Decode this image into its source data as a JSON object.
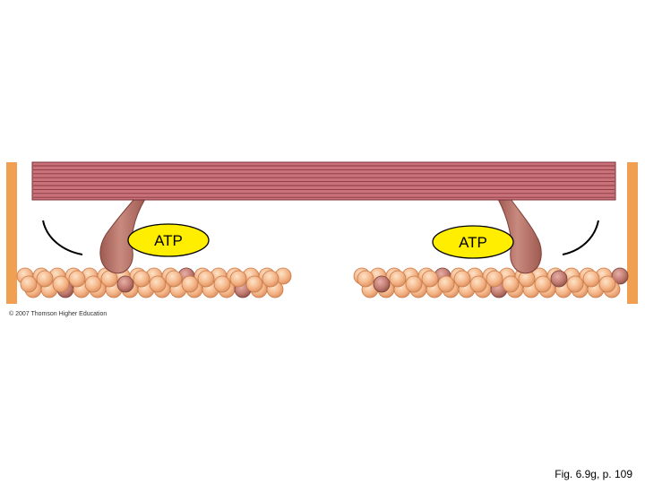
{
  "diagram": {
    "labels": {
      "atp_left": "ATP",
      "atp_right": "ATP"
    },
    "copyright": "© 2007 Thomson Higher Education",
    "caption": "Fig. 6.9g, p. 109"
  },
  "colors": {
    "z_line": "#f0a050",
    "myosin_filament": "#c9727a",
    "myosin_stripe": "#8a3a42",
    "myosin_head": "#b87568",
    "atp_fill": "#ffee00",
    "actin_bead": "#f4b486",
    "actin_bead_dark": "#c07a70"
  }
}
